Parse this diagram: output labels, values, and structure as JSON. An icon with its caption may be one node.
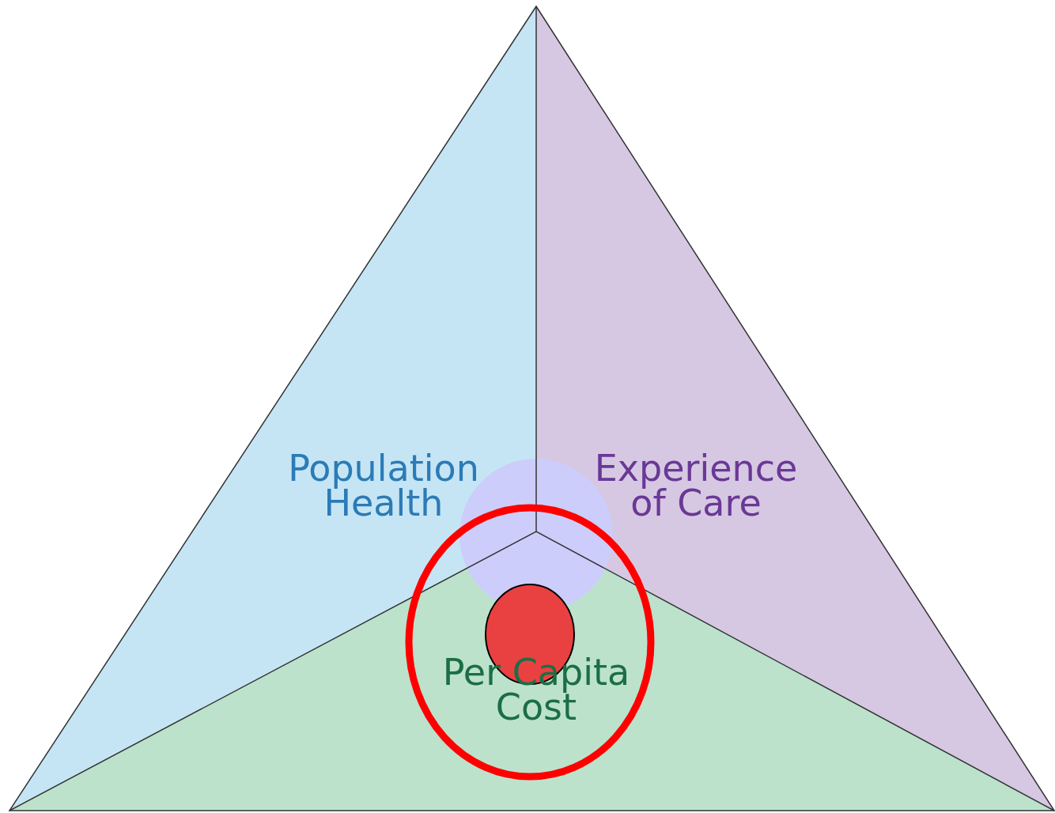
{
  "diagram": {
    "nodes": [
      {
        "text": [
          "Population Health"
        ]
      },
      {
        "text": [
          "Experience of Care"
        ]
      },
      {
        "text": [
          "Per Capita Cost"
        ]
      },
      {
        "text": [],
        "shape": "circle"
      },
      {
        "text": [],
        "shape": "circle",
        "in": 2
      }
    ]
  }
}
